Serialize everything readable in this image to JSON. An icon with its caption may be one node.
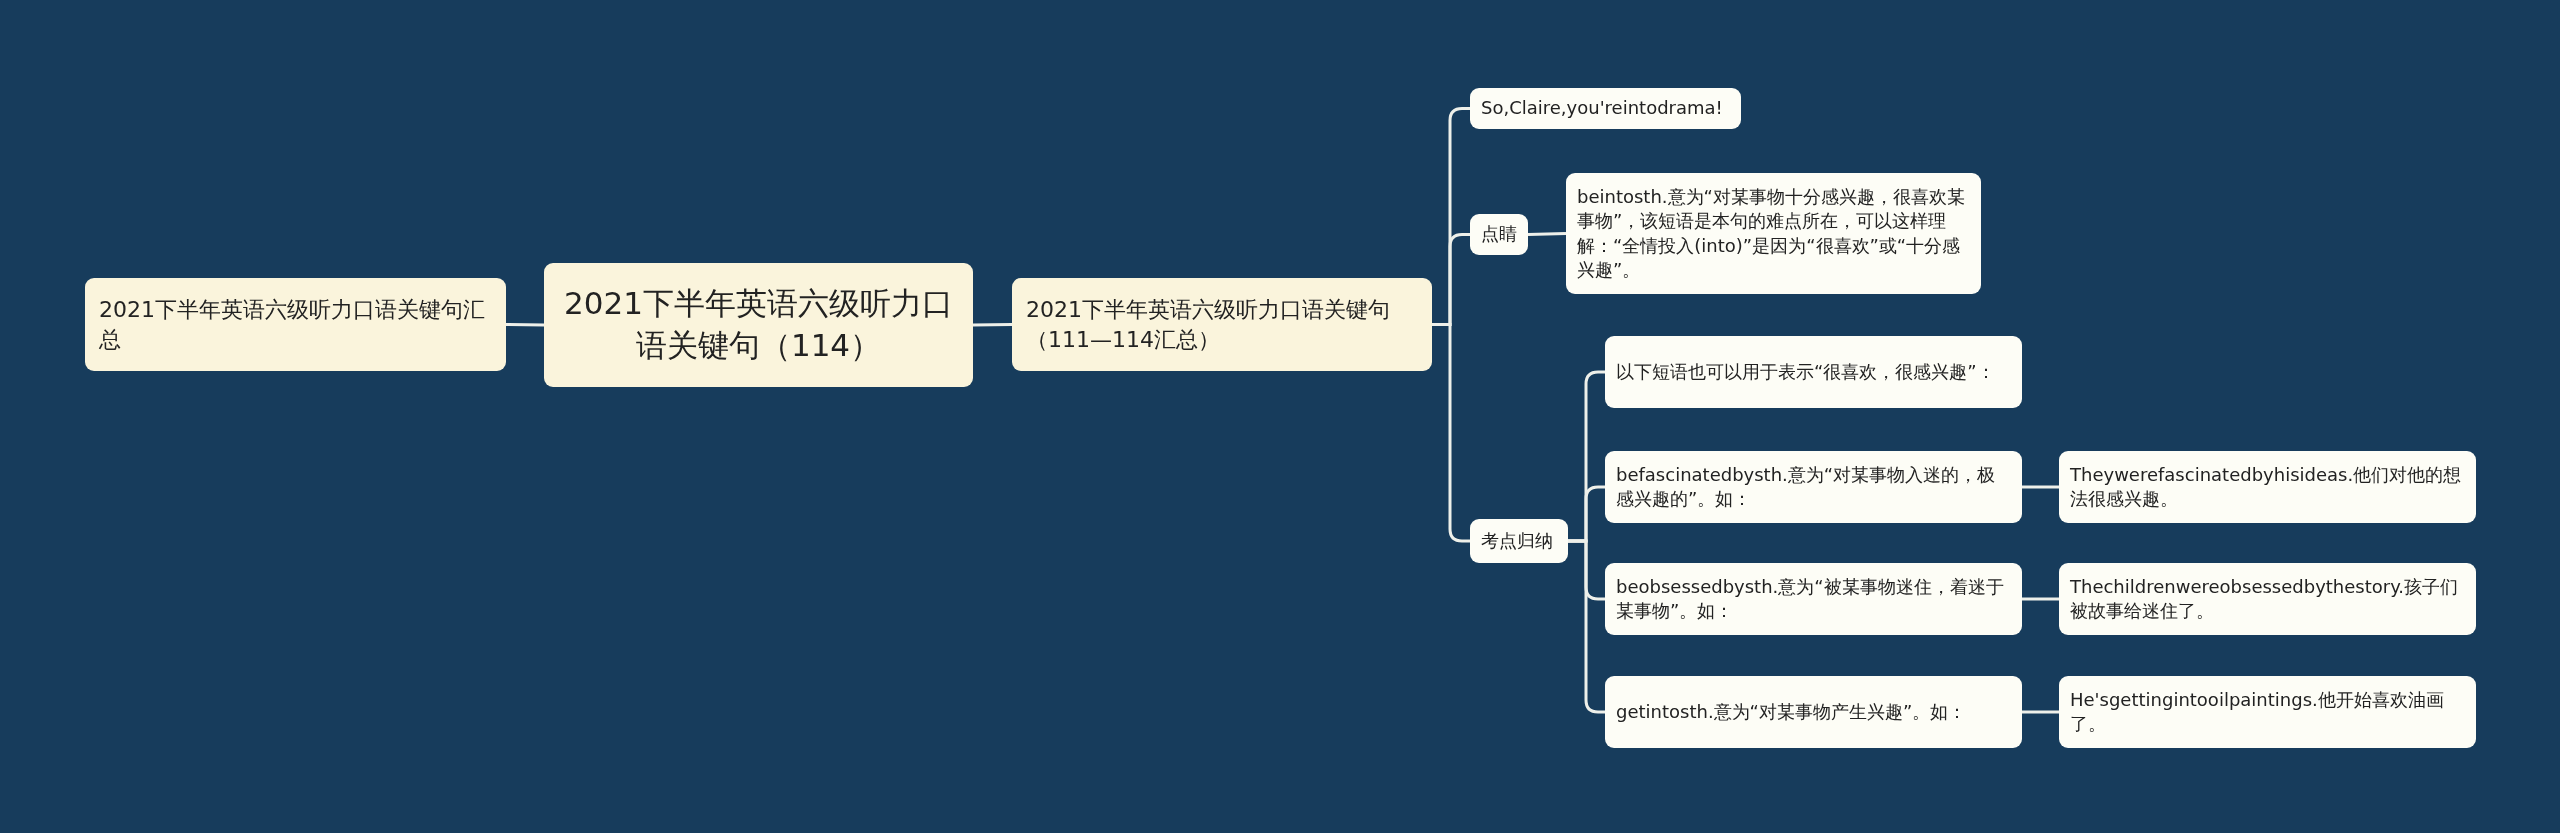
{
  "diagram": {
    "nodes": [
      {
        "text": [
          "2021下半年英语六级听力口语关键句（114）"
        ]
      },
      {
        "text": [
          "2021下半年英语六级听力口语关键句汇总"
        ]
      },
      {
        "text": [
          "2021下半年英语六级听力口语关键句（111—114汇总）"
        ]
      },
      {
        "text": [
          "So,Claire,you'reintodrama!"
        ]
      },
      {
        "text": [
          "点睛"
        ]
      },
      {
        "text": [
          "beintosth.意为“对某事物十分感兴趣，很喜欢某事物”，该短语是本句的难点所在，可以这样理解：“全情投入(into)”是因为“很喜欢”或“十分感兴趣”。"
        ]
      },
      {
        "text": [
          "考点归纳"
        ]
      },
      {
        "text": [
          "以下短语也可以用于表示“很喜欢，很感兴趣”："
        ]
      },
      {
        "text": [
          "befascinatedbysth.意为“对某事物入迷的，极感兴趣的”。如："
        ]
      },
      {
        "text": [
          "Theywerefascinatedbyhisideas.他们对他的想法很感兴趣。"
        ]
      },
      {
        "text": [
          "beobsessedbysth.意为“被某事物迷住，着迷于某事物”。如："
        ]
      },
      {
        "text": [
          "Thechildrenwereobsessedbythestory.孩子们被故事给迷住了。"
        ]
      },
      {
        "text": [
          "getintosth.意为“对某事物产生兴趣”。如："
        ]
      },
      {
        "text": [
          "He'sgettingintooilpaintings.他开始喜欢油画了。"
        ]
      }
    ],
    "edges": [
      {
        "from": 0,
        "to": 1,
        "arrow": "none"
      },
      {
        "from": 0,
        "to": 2,
        "arrow": "none"
      },
      {
        "from": 2,
        "to": 3,
        "arrow": "none"
      },
      {
        "from": 2,
        "to": 4,
        "arrow": "none"
      },
      {
        "from": 2,
        "to": 6,
        "arrow": "none"
      },
      {
        "from": 4,
        "to": 5,
        "arrow": "none"
      },
      {
        "from": 6,
        "to": 7,
        "arrow": "none"
      },
      {
        "from": 6,
        "to": 8,
        "arrow": "none"
      },
      {
        "from": 6,
        "to": 10,
        "arrow": "none"
      },
      {
        "from": 6,
        "to": 12,
        "arrow": "none"
      },
      {
        "from": 8,
        "to": 9,
        "arrow": "none"
      },
      {
        "from": 10,
        "to": 11,
        "arrow": "none"
      },
      {
        "from": 12,
        "to": 13,
        "arrow": "none"
      }
    ]
  }
}
